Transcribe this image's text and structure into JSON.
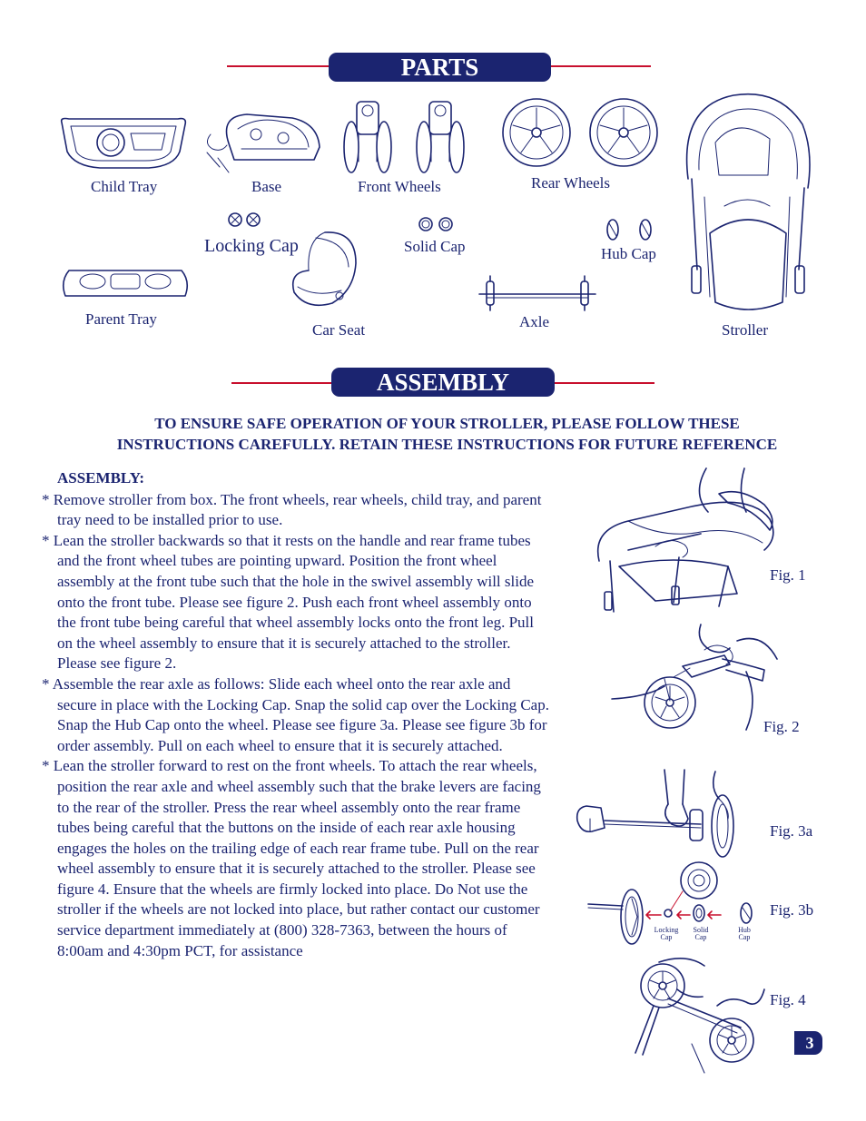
{
  "parts_section": {
    "title": "PARTS",
    "items": {
      "child_tray": "Child Tray",
      "base": "Base",
      "front_wheels": "Front Wheels",
      "rear_wheels": "Rear Wheels",
      "locking_cap": "Locking Cap",
      "solid_cap": "Solid Cap",
      "hub_cap": "Hub Cap",
      "parent_tray": "Parent Tray",
      "car_seat": "Car Seat",
      "axle": "Axle",
      "stroller": "Stroller"
    }
  },
  "assembly_section": {
    "title": "ASSEMBLY",
    "intro_line1": "TO ENSURE SAFE OPERATION OF YOUR STROLLER, PLEASE FOLLOW THESE",
    "intro_line2": "INSTRUCTIONS CAREFULLY. RETAIN THESE INSTRUCTIONS FOR FUTURE REFERENCE",
    "heading": "ASSEMBLY:",
    "steps": [
      "* Remove stroller from box. The front wheels, rear wheels, child tray, and parent tray need to be installed prior to use.",
      "* Lean the stroller backwards so that it rests on the handle and rear frame tubes and the front wheel tubes are pointing upward.  Position the front wheel assembly at the front tube such that the hole in the swivel assembly will slide onto the front tube. Please see figure 2.  Push each front wheel assembly onto the front tube being careful that wheel assembly locks onto the front leg.  Pull on the wheel assembly to ensure that it is securely attached to the stroller.  Please see figure 2.",
      "* Assemble the rear axle as follows:  Slide each wheel onto the rear axle and secure in place with the Locking Cap.  Snap the solid cap over the Locking Cap.  Snap the Hub Cap onto the wheel.  Please see figure 3a. Please see figure 3b for order assembly.  Pull on each wheel to ensure that it is securely attached.",
      "* Lean the stroller forward to rest on the front wheels.  To attach the rear wheels, position the rear axle and wheel assembly such that the brake levers are facing to the rear of the stroller.  Press the rear wheel assembly onto the rear frame tubes being careful that the buttons on the inside of each rear axle housing engages the holes on the trailing edge of each rear frame tube.  Pull on the rear wheel assembly to ensure that it is securely attached to the stroller.  Please see figure 4.  Ensure that the wheels are firmly locked into place. Do Not use the stroller if the wheels are not locked into place, but rather contact our customer service department immediately at (800) 328-7363, between the hours of 8:00am and 4:30pm PCT, for assistance"
    ],
    "figures": {
      "fig1": "Fig. 1",
      "fig2": "Fig. 2",
      "fig3a": "Fig. 3a",
      "fig3b": "Fig. 3b",
      "fig4": "Fig. 4"
    },
    "fig3b_labels": {
      "locking_line1": "Locking",
      "locking_line2": "Cap",
      "solid_line1": "Solid",
      "solid_line2": "Cap",
      "hub_line1": "Hub",
      "hub_line2": "Cap"
    }
  },
  "page_number": "3",
  "colors": {
    "navy": "#1b2470",
    "red_rule": "#c8102e",
    "arrow_red": "#c8102e"
  }
}
